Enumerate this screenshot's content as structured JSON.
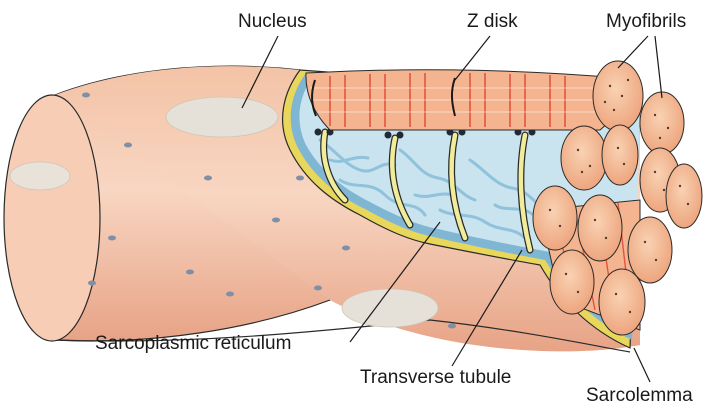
{
  "labels": {
    "nucleus": "Nucleus",
    "z_disk": "Z disk",
    "myofibrils": "Myofibrils",
    "sarcoplasmic_reticulum": "Sarcoplasmic reticulum",
    "transverse_tubule": "Transverse tubule",
    "sarcolemma": "Sarcolemma"
  },
  "colors": {
    "cytoplasm": "#f6cdb4",
    "cytoplasm_shadow": "#e9a98a",
    "nucleus": "#e6e1d8",
    "sarcolemma": "#e8d75a",
    "reticulum": "#a9d3e6",
    "tubule": "#f1ec9a",
    "myofibril": "#f2b58f",
    "myofibril_stripe": "#e0553d",
    "outline": "#2a2a2a"
  }
}
